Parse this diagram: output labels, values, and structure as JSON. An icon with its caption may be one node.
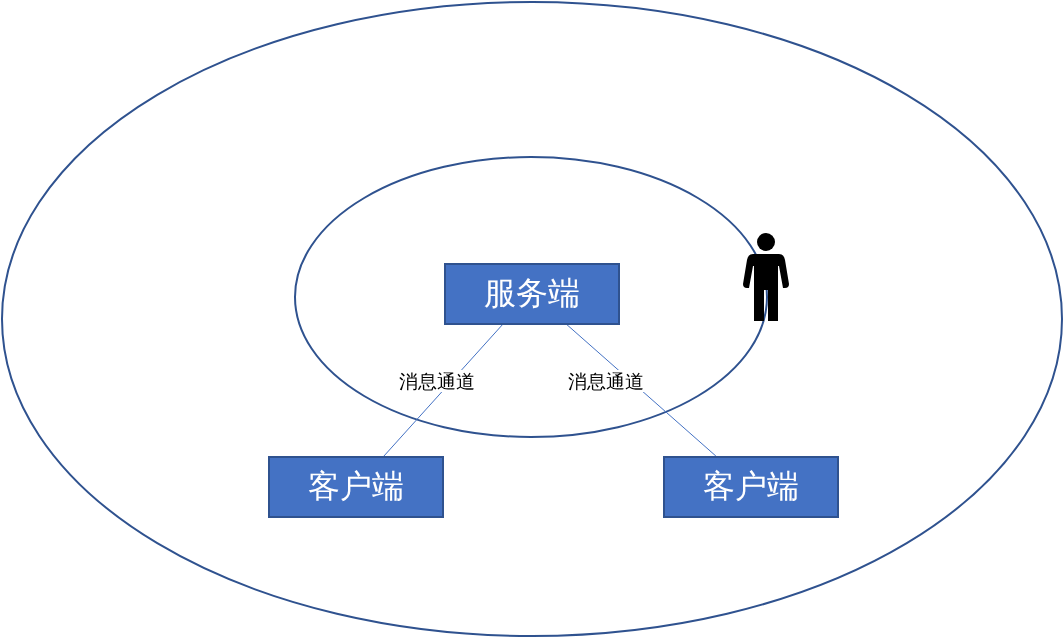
{
  "diagram": {
    "nodes": [
      {
        "text": [],
        "shape": "ellipse"
      },
      {
        "text": [],
        "shape": "ellipse",
        "in": 0
      },
      {
        "text": [
          "服务端"
        ],
        "in": 1
      },
      {
        "text": [
          "客户端"
        ],
        "in": 0
      },
      {
        "text": [
          "客户端"
        ],
        "in": 0
      },
      {
        "text": [],
        "shape": "person",
        "in": 0
      }
    ],
    "edges": [
      {
        "from": 2,
        "to": 3,
        "arrow": "none",
        "label": "消息通道"
      },
      {
        "from": 2,
        "to": 4,
        "arrow": "none",
        "label": "消息通道"
      }
    ]
  }
}
